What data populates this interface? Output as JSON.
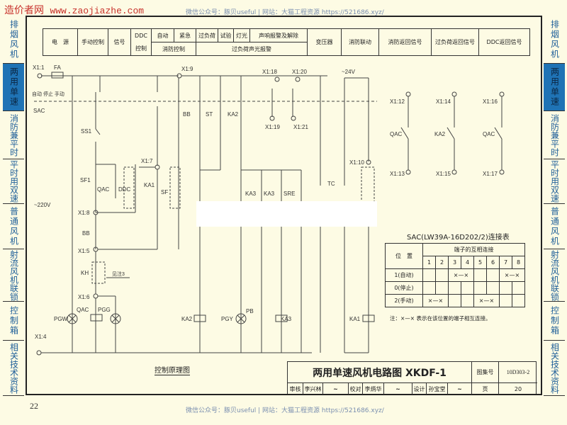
{
  "watermark": {
    "site_name": "造价者网",
    "site_url": "www.zaojiazhe.com",
    "top_text": "微信公众号：豚贝useful  |  网站：大猫工程资源 https://521686.xyz/",
    "bottom_text": "微信公众号：豚贝useful  |  网站：大猫工程资源 https://521686.xyz/"
  },
  "page_number": "22",
  "side_tabs": [
    {
      "label": "排烟风机",
      "active": false
    },
    {
      "label": "两用单速",
      "active": true
    },
    {
      "label": "消防兼平时",
      "active": false
    },
    {
      "label": "平时用双速",
      "active": false
    },
    {
      "label": "普通风机",
      "active": false
    },
    {
      "label": "射流风机联锁",
      "active": false
    },
    {
      "label": "控制箱",
      "active": false
    },
    {
      "label": "相关技术资料",
      "active": false
    }
  ],
  "header_table": {
    "power": "电　源",
    "manual_control": "手动控制",
    "signal": "信号",
    "ddc": "DDC",
    "ddc_control": "控制",
    "auto": "自动",
    "emergency": "紧急",
    "fire_control": "消防控制",
    "overload": "过负荷",
    "test": "试验",
    "light": "灯光",
    "sound_alarm": "声响报警及解除",
    "overload_alarm": "过负荷声光报警",
    "transformer": "变压器",
    "fire_linkage": "消防联动",
    "fire_return": "消防返回信号",
    "overload_return": "过负荷返回信号",
    "ddc_return": "DDC返回信号"
  },
  "schematic": {
    "voltage_main": "~220V",
    "voltage_aux": "~24V",
    "sac_label": "SAC",
    "sac_positions": "自动 停止 手动",
    "fuse": "FA",
    "terminals": [
      "X1:1",
      "X1:9",
      "X1:18",
      "X1:20",
      "X1:19",
      "X1:21",
      "X1:7",
      "X1:8",
      "X1:5",
      "X1:6",
      "X1:4",
      "X1:10",
      "X1:12",
      "X1:13",
      "X1:14",
      "X1:15",
      "X1:16",
      "X1:17"
    ],
    "components": [
      "SS1",
      "SF1",
      "QAC",
      "DDC",
      "KA1",
      "SF",
      "BB",
      "ST",
      "KA2",
      "KA3",
      "SRE",
      "TC",
      "KH",
      "PGW",
      "PGG",
      "PGY",
      "PB"
    ],
    "kh_note": "见注3",
    "caption": "控制原理图"
  },
  "sac_table": {
    "title": "SAC(LW39A-16D202/2)连接表",
    "col_position": "位　置",
    "col_terminals": "端子的互相连接",
    "terminal_numbers": [
      "1",
      "2",
      "3",
      "4",
      "5",
      "6",
      "7",
      "8"
    ],
    "rows": [
      {
        "position": "1(自动)",
        "connections": "3-4, 7-8"
      },
      {
        "position": "0(停止)",
        "connections": ""
      },
      {
        "position": "2(手动)",
        "connections": "1-2, 5-6"
      }
    ],
    "note": "注：×—× 表示在该位置的端子相互连接。"
  },
  "title_block": {
    "title": "两用单速风机电路图 XKDF-1",
    "atlas_label": "图集号",
    "atlas_no": "10D303-2",
    "review_label": "审核",
    "reviewer": "李兴林",
    "check_label": "校对",
    "checker": "李炳华",
    "design_label": "设计",
    "designer": "孙宝堂",
    "page_label": "页",
    "page": "20"
  }
}
